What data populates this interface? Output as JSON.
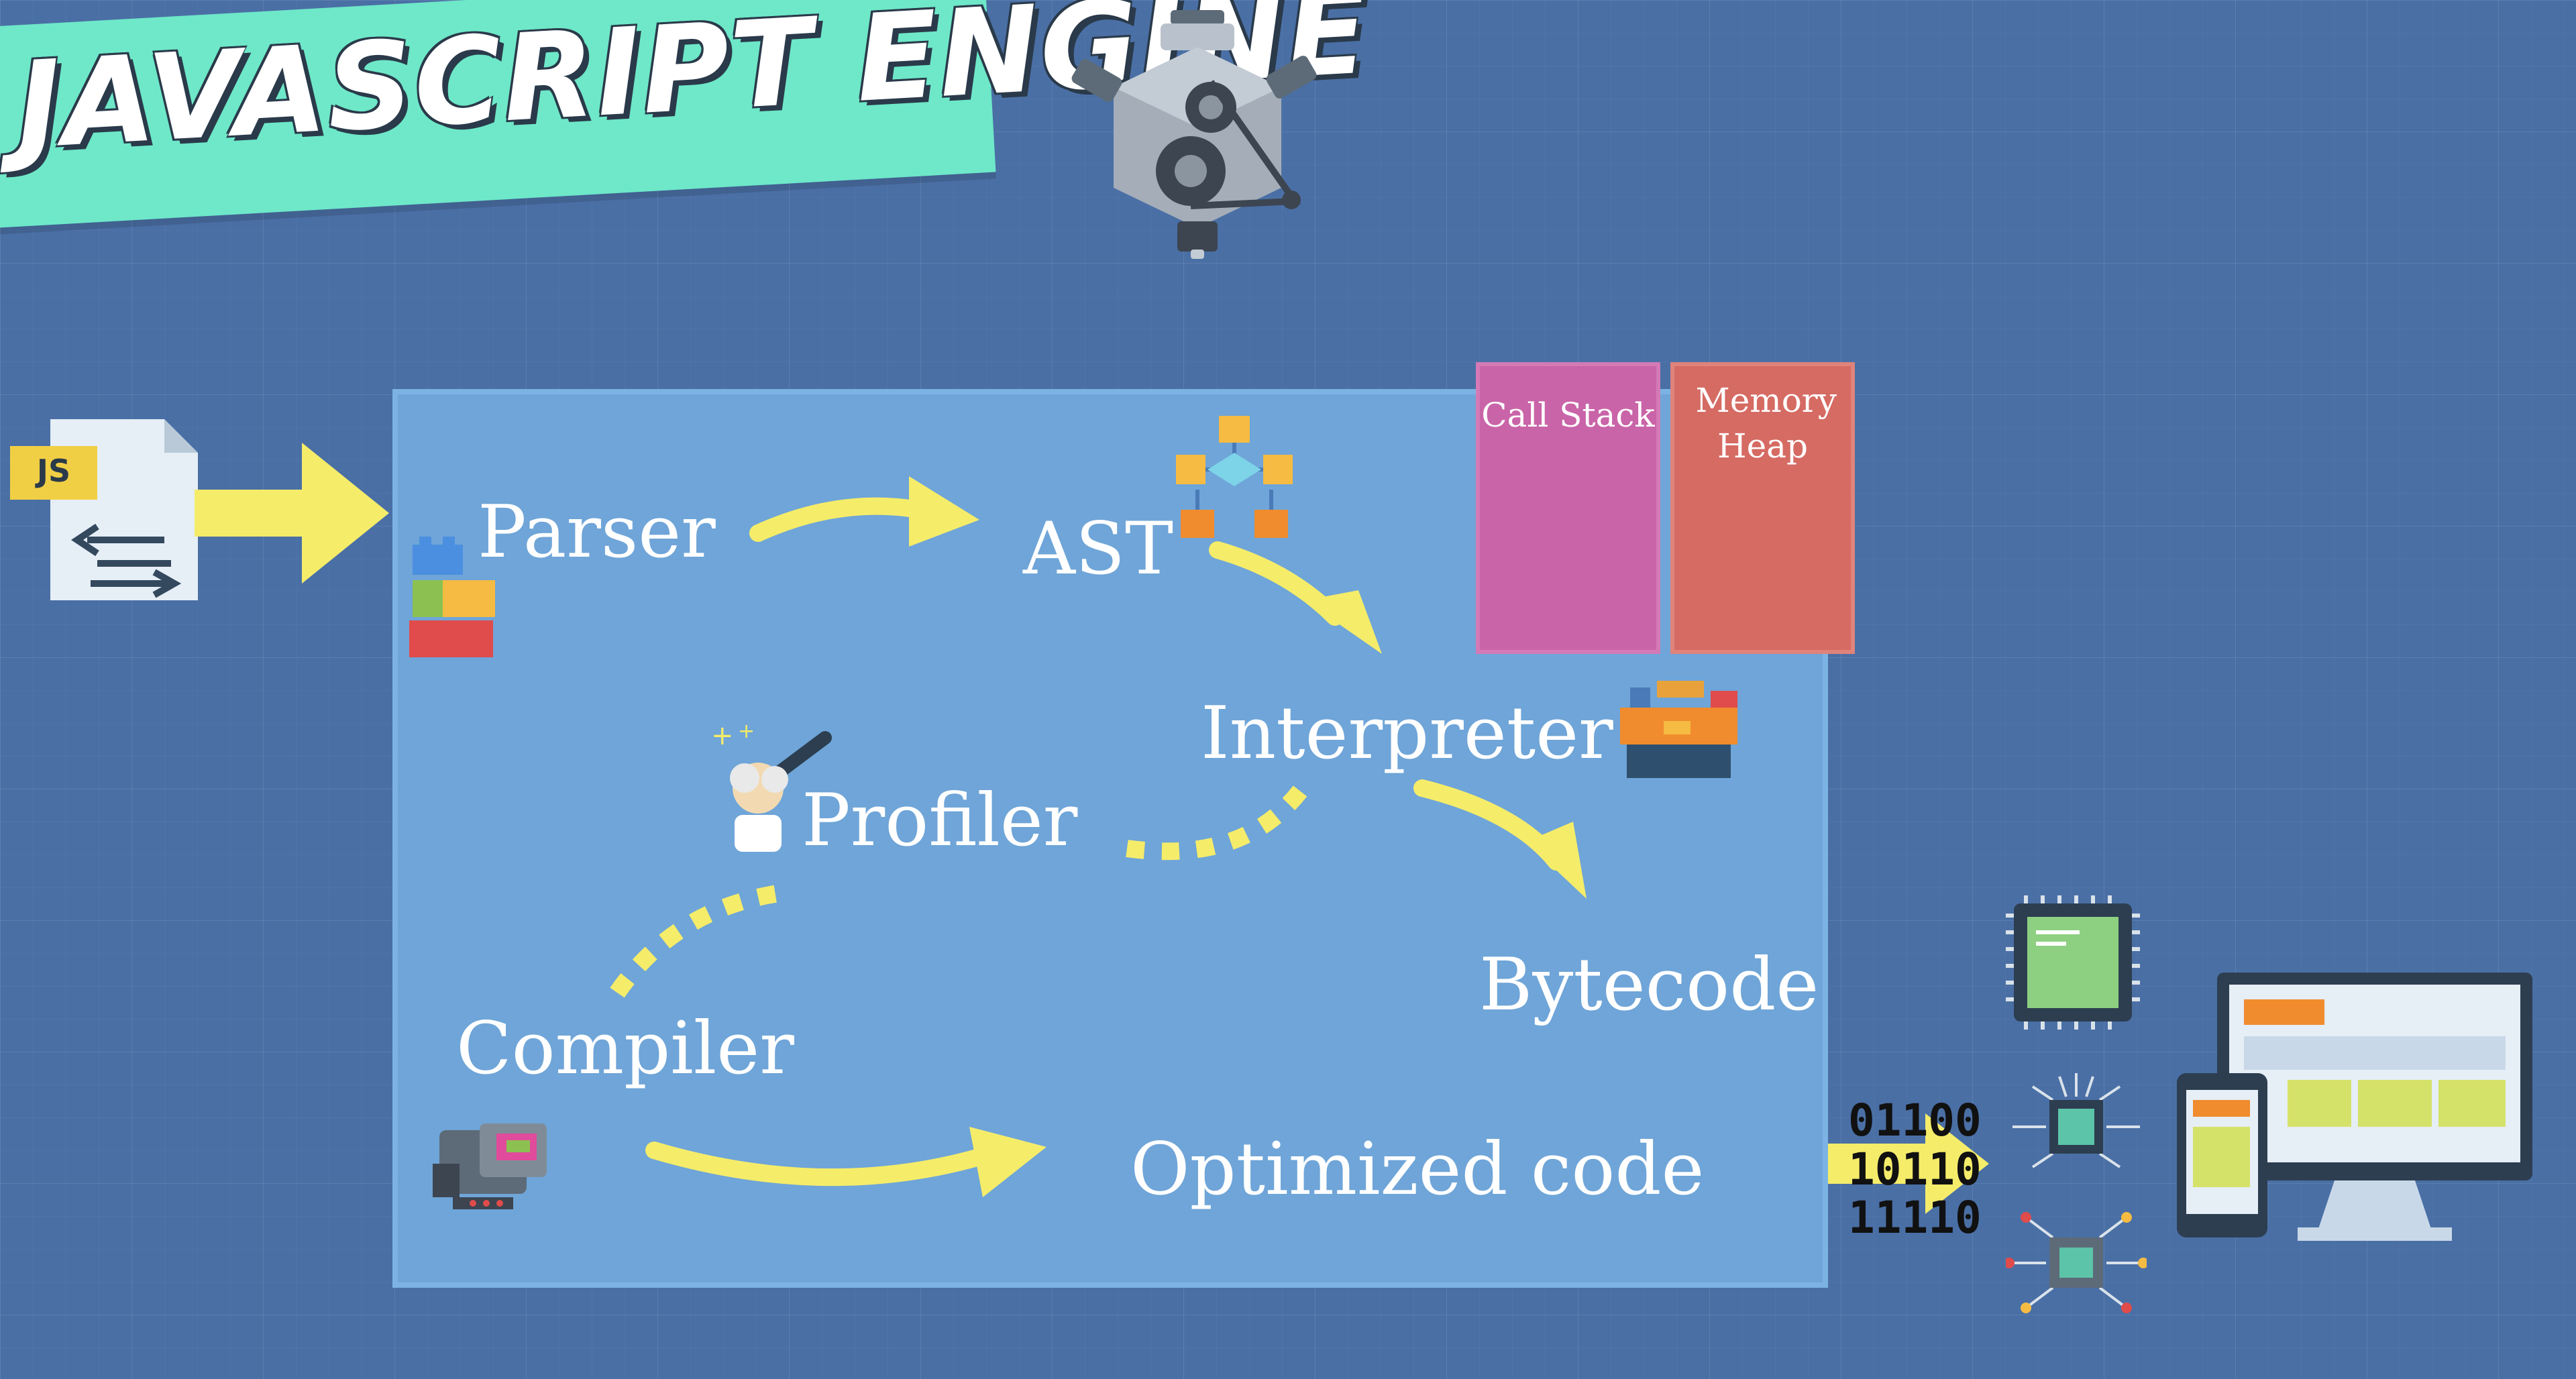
{
  "title": "JAVASCRIPT ENGINE",
  "js_file_badge": "JS",
  "stages": {
    "parser": "Parser",
    "ast": "AST",
    "interpreter": "Interpreter",
    "profiler": "Profiler",
    "bytecode": "Bytecode",
    "compiler": "Compiler",
    "optimized_code": "Optimized code"
  },
  "memory": {
    "call_stack": "Call Stack",
    "memory_heap": "Memory Heap"
  },
  "binary_lines": [
    "01100",
    "10110",
    "11110"
  ],
  "colors": {
    "background": "#4a6fa5",
    "panel": "#6fa5d8",
    "banner": "#6ee8c8",
    "arrow": "#f5ec6a",
    "call_stack": "#c964a8",
    "memory_heap": "#d56b63"
  },
  "icons": [
    "engine-icon",
    "js-file-icon",
    "lego-blocks-icon",
    "tree-structure-icon",
    "scientist-icon",
    "toolbox-icon",
    "machine-icon",
    "cpu-chip-icon",
    "circuit-icon",
    "devices-icon"
  ]
}
